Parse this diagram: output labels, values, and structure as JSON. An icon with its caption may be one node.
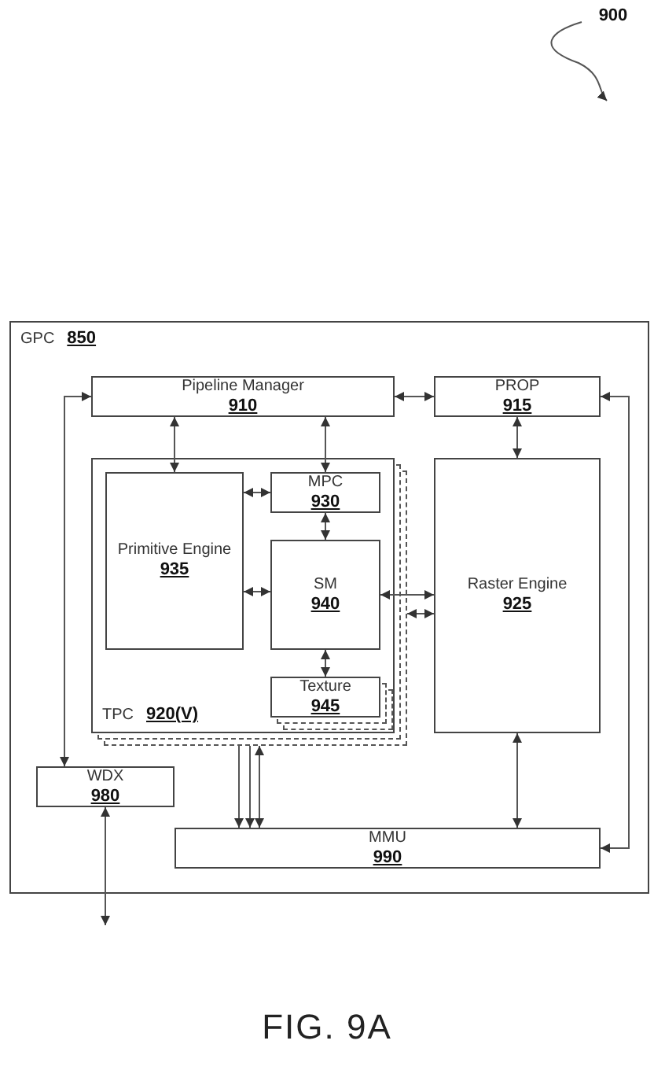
{
  "diagram": {
    "nodes": [
      {
        "text": [
          "GPC",
          "850"
        ]
      },
      {
        "text": [
          "Pipeline Manager",
          "910"
        ],
        "in": 0
      },
      {
        "text": [
          "PROP",
          "915"
        ],
        "in": 0
      },
      {
        "text": [
          "TPC",
          "920(V)"
        ],
        "in": 0
      },
      {
        "text": [
          "Primitive Engine",
          "935"
        ],
        "in": 3
      },
      {
        "text": [
          "MPC",
          "930"
        ],
        "in": 3
      },
      {
        "text": [
          "SM",
          "940"
        ],
        "in": 3
      },
      {
        "text": [
          "Texture",
          "945"
        ],
        "in": 3
      },
      {
        "text": [
          "Raster Engine",
          "925"
        ],
        "in": 0
      },
      {
        "text": [
          "WDX",
          "980"
        ],
        "in": 0
      },
      {
        "text": [
          "MMU",
          "990"
        ],
        "in": 0
      },
      {
        "text": [
          "900"
        ]
      }
    ],
    "edges": [
      {
        "from": 1,
        "to": 4,
        "arrow": "both"
      },
      {
        "from": 1,
        "to": 5,
        "arrow": "both"
      },
      {
        "from": 1,
        "to": 2,
        "arrow": "both"
      },
      {
        "from": 1,
        "to": 9,
        "arrow": "both"
      },
      {
        "from": 2,
        "to": 10,
        "arrow": "both"
      },
      {
        "from": 2,
        "to": 8,
        "arrow": "both"
      },
      {
        "from": 4,
        "to": 5,
        "arrow": "both"
      },
      {
        "from": 5,
        "to": 6,
        "arrow": "both"
      },
      {
        "from": 4,
        "to": 6,
        "arrow": "both"
      },
      {
        "from": 6,
        "to": 7,
        "arrow": "both"
      },
      {
        "from": 6,
        "to": 8,
        "arrow": "both"
      },
      {
        "from": 3,
        "to": 8,
        "arrow": "both"
      },
      {
        "from": 3,
        "to": 10,
        "arrow": "to"
      },
      {
        "from": 3,
        "to": 10,
        "arrow": "to"
      },
      {
        "from": 3,
        "to": 10,
        "arrow": "both"
      },
      {
        "from": 8,
        "to": 10,
        "arrow": "both"
      },
      {
        "from": 9,
        "to": null,
        "arrow": "both"
      },
      {
        "from": 11,
        "to": null,
        "arrow": "to"
      }
    ],
    "labels": [
      "FIG. 9A"
    ]
  }
}
